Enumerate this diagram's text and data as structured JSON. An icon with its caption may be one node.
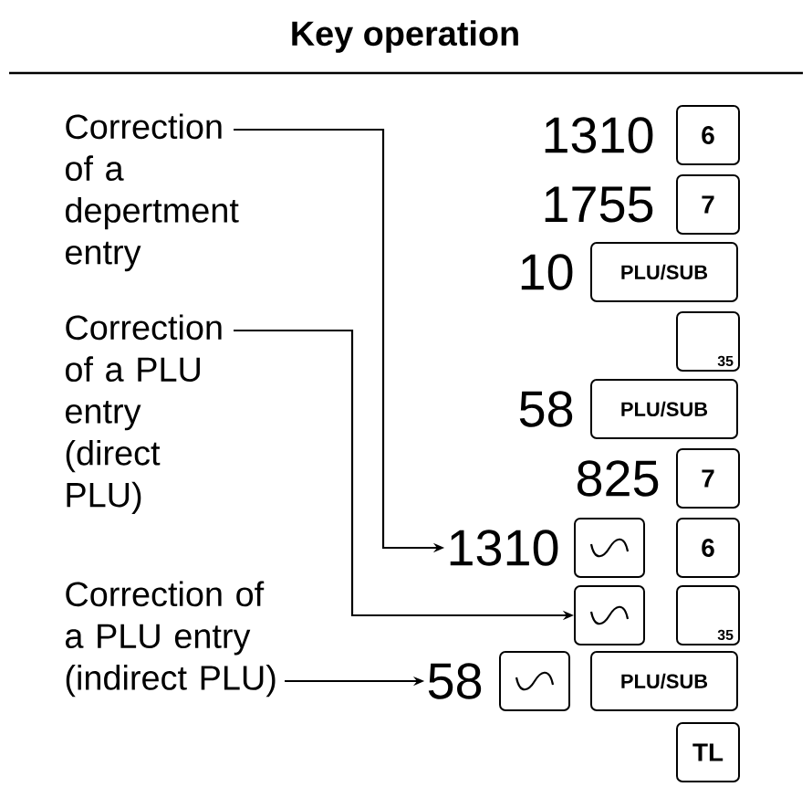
{
  "diagram": {
    "title": "Key operation",
    "nodes": [
      {
        "text": [
          "Correction of a depertment entry"
        ]
      },
      {
        "text": [
          "Correction of a PLU entry (direct PLU)"
        ]
      },
      {
        "text": [
          "Correction of a PLU entry (indirect PLU)"
        ]
      },
      {
        "text": [
          "6"
        ]
      },
      {
        "text": [
          "7"
        ]
      },
      {
        "text": [
          "PLU/SUB"
        ]
      },
      {
        "text": [
          "35"
        ]
      },
      {
        "text": [
          "PLU/SUB"
        ]
      },
      {
        "text": [
          "7"
        ]
      },
      {
        "text": [
          "1310"
        ]
      },
      {
        "text": [],
        "shape": "box"
      },
      {
        "text": [
          "6"
        ]
      },
      {
        "text": [],
        "shape": "box"
      },
      {
        "text": [
          "35"
        ]
      },
      {
        "text": [
          "58"
        ]
      },
      {
        "text": [],
        "shape": "box"
      },
      {
        "text": [
          "PLU/SUB"
        ]
      },
      {
        "text": [
          "TL"
        ]
      }
    ],
    "edges": [
      {
        "from": 0,
        "to": 9,
        "arrow": "to"
      },
      {
        "from": 1,
        "to": 12,
        "arrow": "to"
      },
      {
        "from": 2,
        "to": 14,
        "arrow": "to"
      }
    ],
    "labels": [
      "1310",
      "1755",
      "10",
      "58",
      "825"
    ]
  }
}
